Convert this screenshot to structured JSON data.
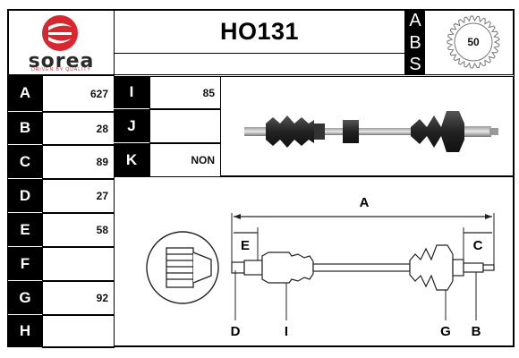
{
  "brand": {
    "name": "sorea",
    "tagline": "DRIVEN BY QUALITY",
    "logo_color": "#d7282f"
  },
  "product": {
    "code": "HO131"
  },
  "abs": {
    "labels": [
      "A",
      "B",
      "S"
    ],
    "tooth_count": "50"
  },
  "dimensions": {
    "left": [
      {
        "label": "A",
        "value": "627"
      },
      {
        "label": "B",
        "value": "28"
      },
      {
        "label": "C",
        "value": "89"
      },
      {
        "label": "D",
        "value": "27"
      },
      {
        "label": "E",
        "value": "58"
      },
      {
        "label": "F",
        "value": ""
      },
      {
        "label": "G",
        "value": "92"
      },
      {
        "label": "H",
        "value": ""
      }
    ],
    "right": [
      {
        "label": "I",
        "value": "85"
      },
      {
        "label": "J",
        "value": ""
      },
      {
        "label": "K",
        "value": "NON"
      }
    ]
  },
  "diagram": {
    "labels": {
      "A": "A",
      "C": "C",
      "E": "E",
      "D": "D",
      "I": "I",
      "G": "G",
      "B": "B"
    }
  }
}
